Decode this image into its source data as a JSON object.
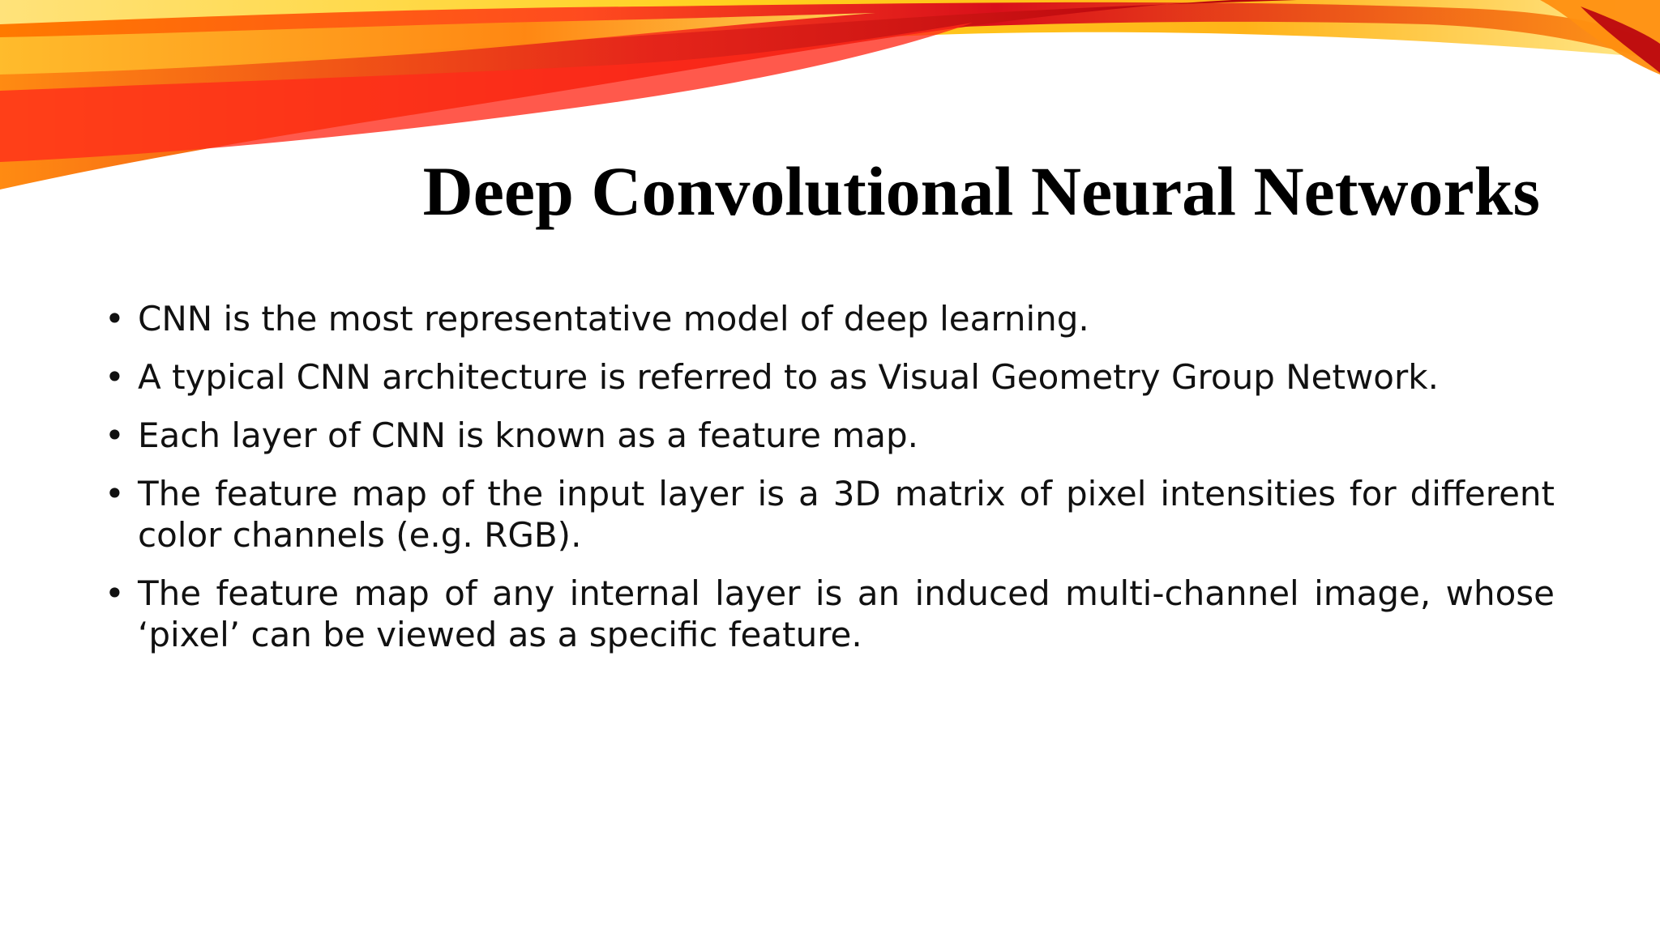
{
  "slide": {
    "title": "Deep Convolutional Neural Networks",
    "bullet_marker": "•",
    "bullets": [
      "CNN is the most representative model of deep learning.",
      "A typical CNN architecture is referred to as Visual Geometry Group Network.",
      "Each layer of CNN is known as a feature map.",
      "The feature map of the input layer is a 3D matrix of pixel intensities for different color channels (e.g. RGB).",
      "The feature map of any internal layer is an induced multi-channel image, whose ‘pixel’ can be viewed as a specific feature."
    ]
  },
  "colors": {
    "background": "#ffffff",
    "text": "#111111",
    "accent_red": "#d9101a",
    "accent_orange": "#f47a12",
    "accent_yellow": "#ffd21f"
  }
}
